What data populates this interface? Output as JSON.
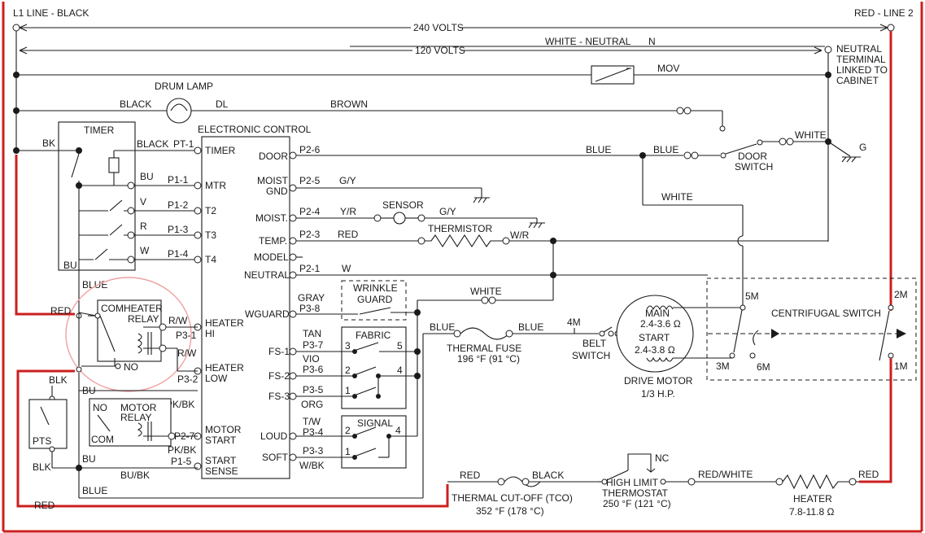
{
  "lines": {
    "l1": "L1 LINE - BLACK",
    "l2": "RED - LINE 2",
    "v240": "240 VOLTS",
    "v120": "120 VOLTS",
    "white_neutral": "WHITE - NEUTRAL",
    "n": "N",
    "neutral_terminal": [
      "NEUTRAL",
      "TERMINAL",
      "LINKED TO",
      "CABINET"
    ],
    "mov": "MOV",
    "g": "G"
  },
  "drum_lamp": {
    "title": "DRUM LAMP",
    "black": "BLACK",
    "dl": "DL",
    "brown": "BROWN"
  },
  "timer": {
    "title": "TIMER",
    "bk": "BK",
    "bu": "BU",
    "v": "V",
    "r": "R",
    "w": "W",
    "bu_bottom": "BU",
    "blue": "BLUE"
  },
  "control": {
    "title": "ELECTRONIC CONTROL",
    "left_labels": [
      "TIMER",
      "MTR",
      "T2",
      "T3",
      "T4",
      "HEATER",
      "HI",
      "HEATER",
      "LOW",
      "MOTOR",
      "START",
      "START",
      "SENSE"
    ],
    "right_labels": [
      "DOOR",
      "MOIST",
      "GND",
      "MOIST.",
      "TEMP.",
      "MODEL",
      "NEUTRAL",
      "WGUARD",
      "FS-1",
      "FS-2",
      "FS-3",
      "LOUD",
      "SOFT"
    ],
    "pins_left": [
      "BLACK",
      "PT-1",
      "P1-1",
      "P1-2",
      "P1-3",
      "P1-4",
      "R/W",
      "P3-1",
      "R/W",
      "P3-2",
      "PK/BK",
      "P2-7",
      "PK/BK",
      "P1-5",
      "BU/BK"
    ],
    "pins_right": [
      "P2-6",
      "P2-5",
      "G/Y",
      "P2-4",
      "Y/R",
      "G/Y",
      "P2-3",
      "RED",
      "W/R",
      "P2-1",
      "W",
      "GRAY",
      "P3-8",
      "TAN",
      "P3-7",
      "VIO",
      "P3-6",
      "P3-5",
      "ORG",
      "T/W",
      "P3-4",
      "P3-3",
      "W/BK"
    ]
  },
  "door": {
    "blue": "BLUE",
    "blue2": "BLUE",
    "white": "WHITE",
    "switch": [
      "DOOR",
      "SWITCH"
    ],
    "white2": "WHITE"
  },
  "sensor": {
    "label": "SENSOR",
    "thermistor": "THERMISTOR"
  },
  "wrinkle": {
    "title": [
      "WRINKLE",
      "GUARD"
    ],
    "white": "WHITE"
  },
  "fabric": {
    "title": "FABRIC",
    "pins": [
      "3",
      "5",
      "2",
      "4",
      "1"
    ]
  },
  "signal": {
    "title": "SIGNAL",
    "pins": [
      "2",
      "4",
      "1"
    ]
  },
  "heater_relay": {
    "com": "COM",
    "title": [
      "HEATER",
      "RELAY"
    ],
    "no": "NO",
    "red": "RED"
  },
  "motor_relay": {
    "no": "NO",
    "title": [
      "MOTOR",
      "RELAY"
    ],
    "com": "COM",
    "blk": "BLK",
    "pts": "PTS",
    "blk2": "BLK",
    "bu": "BU",
    "bu2": "BU",
    "blue": "BLUE",
    "red": "RED"
  },
  "fuse": {
    "blue": "BLUE",
    "blue2": "BLUE",
    "title": "THERMAL FUSE",
    "rating": "196 °F (91 °C)",
    "m4": "4M",
    "belt": [
      "BELT",
      "SWITCH"
    ]
  },
  "motor": {
    "main": "MAIN",
    "main_r": "2.4-3.6 Ω",
    "start": "START",
    "start_r": "2.4-3.8 Ω",
    "title": "DRIVE MOTOR",
    "hp": "1/3 H.P."
  },
  "centrifugal": {
    "title": "CENTRIFUGAL SWITCH",
    "m5": "5M",
    "m3": "3M",
    "m6": "6M",
    "m2": "2M",
    "m1": "1M"
  },
  "heater_circuit": {
    "red": "RED",
    "black": "BLACK",
    "tco": "THERMAL CUT-OFF (TCO)",
    "tco_rating": "352 °F (178 °C)",
    "nc": "NC",
    "hl": [
      "HIGH LIMIT",
      "THERMOSTAT"
    ],
    "hl_rating": "250 °F (121 °C)",
    "red_white": "RED/WHITE",
    "heater": "HEATER",
    "heater_r": "7.8-11.8 Ω",
    "red2": "RED"
  }
}
